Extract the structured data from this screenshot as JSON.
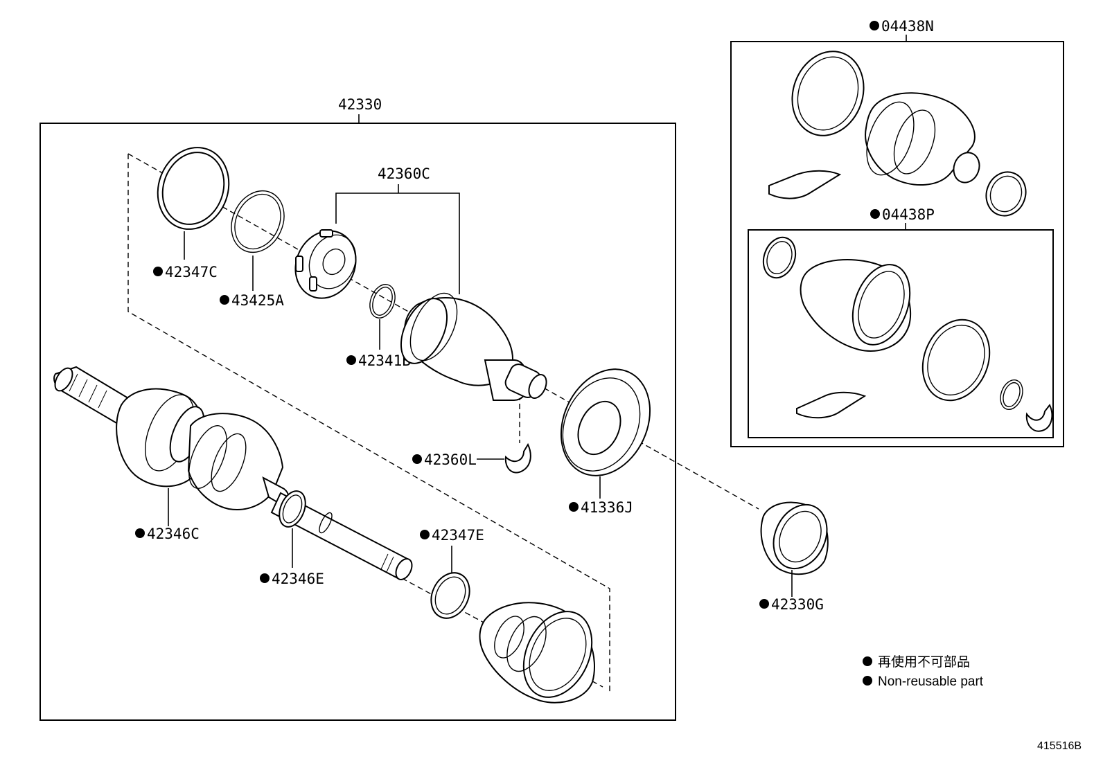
{
  "assembly_label": "42330",
  "inner_joint_label": "42360C",
  "parts": {
    "p42347C": "42347C",
    "p43425A": "43425A",
    "p42341B": "42341B",
    "p42360L": "42360L",
    "p41336J": "41336J",
    "p42346C": "42346C",
    "p42346E": "42346E",
    "p42347E": "42347E",
    "p42330G": "42330G"
  },
  "kits": {
    "k04438N": "04438N",
    "k04438P": "04438P"
  },
  "legend": {
    "line1": "再使用不可部品",
    "line2": "Non-reusable part"
  },
  "diagram_code": "415516B"
}
